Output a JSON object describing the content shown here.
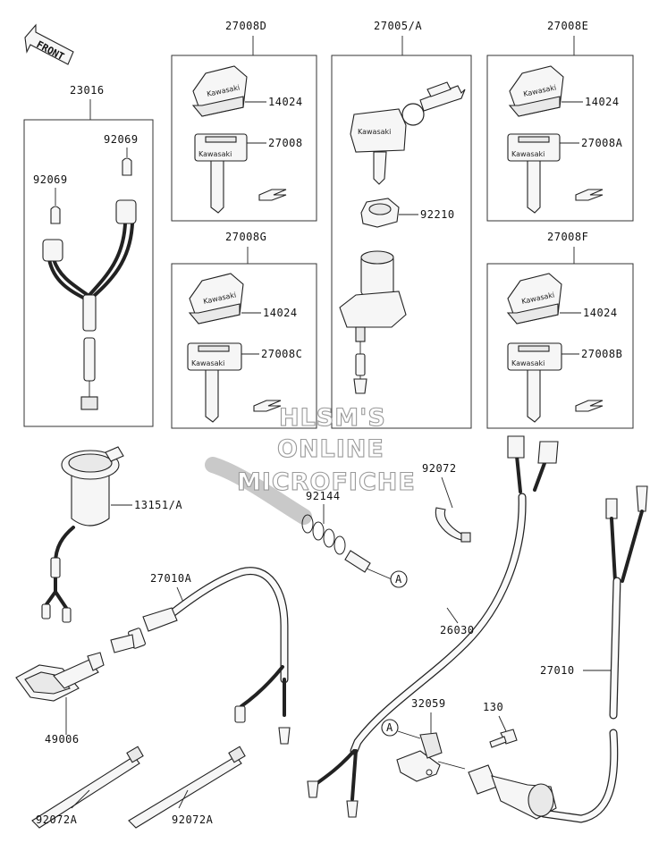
{
  "front_label": "FRONT",
  "brand_text": "Kawasaki",
  "watermark": [
    "HLSM'S",
    "ONLINE",
    "MICROFICHE"
  ],
  "ref_mark": "A",
  "parts": {
    "p23016": "23016",
    "p92069_a": "92069",
    "p92069_b": "92069",
    "p27008D": "27008D",
    "p14024_1": "14024",
    "p27008": "27008",
    "p27005A": "27005/A",
    "p92210": "92210",
    "p27008E": "27008E",
    "p14024_2": "14024",
    "p27008A": "27008A",
    "p27008G": "27008G",
    "p14024_3": "14024",
    "p27008C": "27008C",
    "p27008F": "27008F",
    "p14024_4": "14024",
    "p27008B": "27008B",
    "p13151A": "13151/A",
    "p92072_a": "92072",
    "p92144": "92144",
    "p27010A": "27010A",
    "p26030": "26030",
    "p27010": "27010",
    "p32059": "32059",
    "p130": "130",
    "p49006": "49006",
    "p92072A_1": "92072A",
    "p92072A_2": "92072A"
  }
}
